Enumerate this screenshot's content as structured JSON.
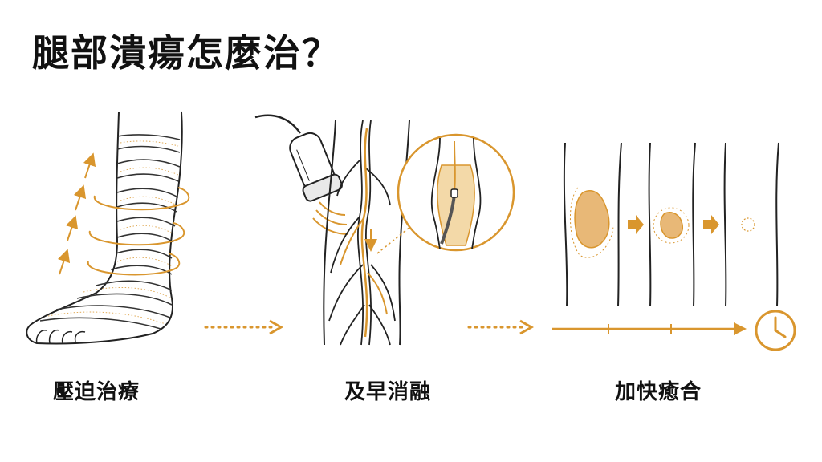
{
  "title": "腿部潰瘍怎麼治？",
  "steps": [
    {
      "label": "壓迫治療",
      "icon": "compression-bandage-leg-icon"
    },
    {
      "label": "及早消融",
      "icon": "ultrasound-vein-ablation-icon"
    },
    {
      "label": "加快癒合",
      "icon": "ulcer-healing-progress-icon"
    }
  ],
  "colors": {
    "accent": "#d9962e",
    "line": "#222222",
    "wound": "#e8b877"
  }
}
